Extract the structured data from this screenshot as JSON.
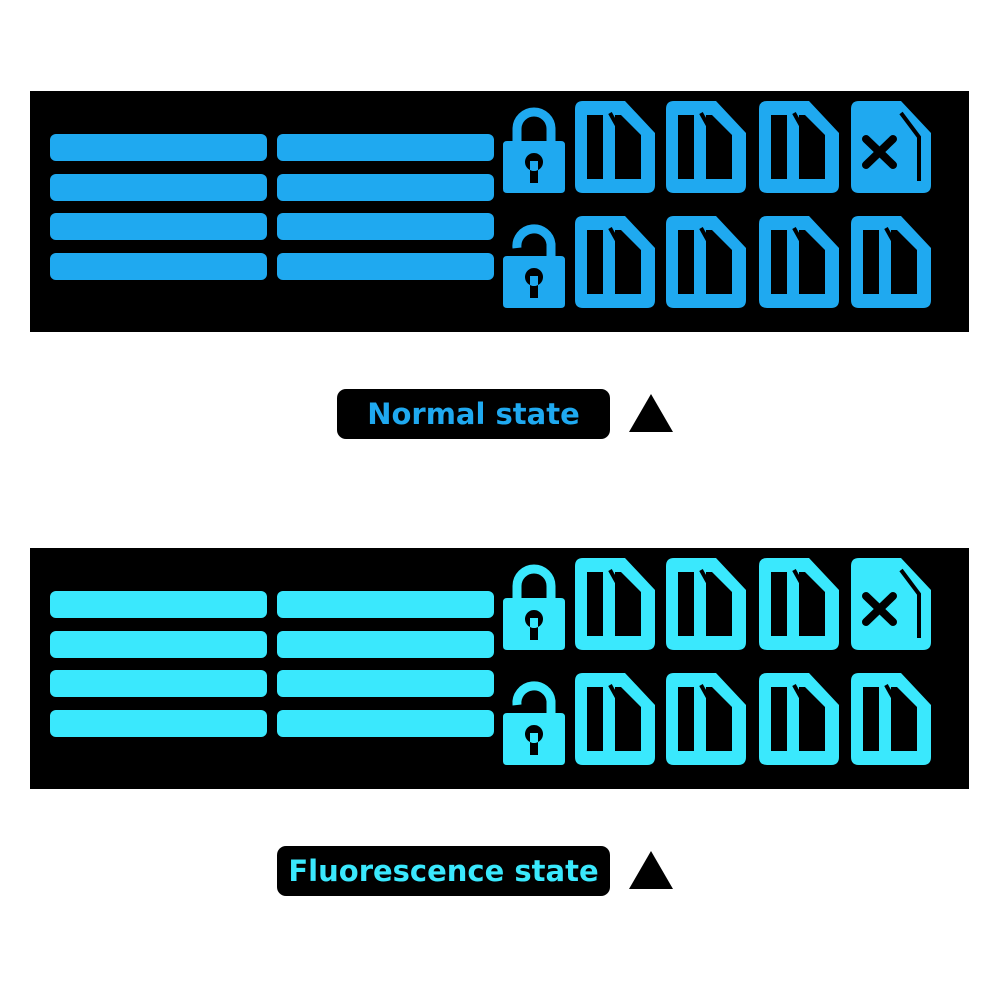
{
  "states": [
    {
      "id": "normal",
      "label": "Normal state",
      "color": "#1fa9f0",
      "icons": {
        "row1": [
          "lock-closed-icon",
          "sim-card-icon",
          "sim-card-icon",
          "sim-card-icon",
          "sim-card-error-icon"
        ],
        "row2": [
          "lock-open-icon",
          "sim-card-icon",
          "sim-card-icon",
          "sim-card-icon",
          "sim-card-icon"
        ]
      }
    },
    {
      "id": "fluorescence",
      "label": "Fluorescence state",
      "color": "#3ae8fd",
      "icons": {
        "row1": [
          "lock-closed-icon",
          "sim-card-icon",
          "sim-card-icon",
          "sim-card-icon",
          "sim-card-error-icon"
        ],
        "row2": [
          "lock-open-icon",
          "sim-card-icon",
          "sim-card-icon",
          "sim-card-icon",
          "sim-card-icon"
        ]
      }
    }
  ],
  "arrow_icon": "triangle-up-icon",
  "arrow_color": "#000000"
}
